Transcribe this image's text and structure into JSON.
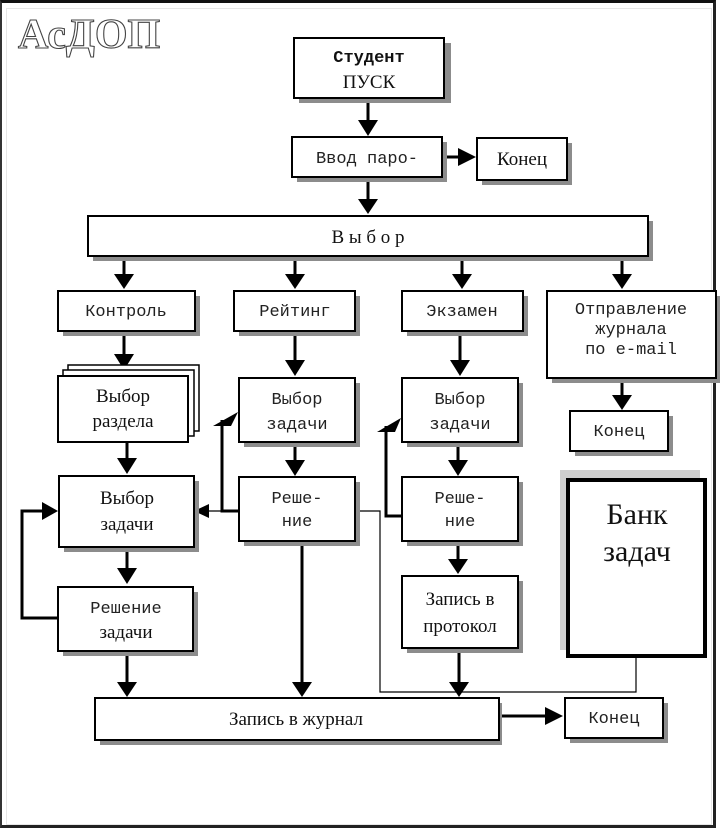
{
  "logo": {
    "text": "АсДОП"
  },
  "nodes": {
    "start": {
      "line1": "Студент",
      "line2": "ПУСК"
    },
    "password": {
      "label": "Ввод паро-"
    },
    "end_password": {
      "label": "Конец"
    },
    "choice": {
      "label": "В ы б о р"
    },
    "control": {
      "label": "Контроль"
    },
    "rating": {
      "label": "Рейтинг"
    },
    "exam": {
      "label": "Экзамен"
    },
    "send_journal": {
      "line1": "Отправление",
      "line2": "журнала",
      "line3": "по e-mail"
    },
    "end_send": {
      "label": "Конец"
    },
    "control_section": {
      "line1": "Выбор",
      "line2": "раздела"
    },
    "control_task": {
      "line1": "Выбор",
      "line2": "задачи"
    },
    "control_solve": {
      "line1": "Решение",
      "line2": "задачи"
    },
    "rating_task": {
      "line1": "Выбор",
      "line2": "задачи"
    },
    "rating_solve": {
      "line1": "Реше-",
      "line2": "ние"
    },
    "exam_task": {
      "line1": "Выбор",
      "line2": "задачи"
    },
    "exam_solve": {
      "line1": "Реше-",
      "line2": "ние"
    },
    "exam_protocol": {
      "line1": "Запись в",
      "line2": "протокол"
    },
    "task_bank": {
      "line1": "Банк",
      "line2": "задач"
    },
    "journal": {
      "label": "Запись в журнал"
    },
    "end_journal": {
      "label": "Конец"
    }
  }
}
